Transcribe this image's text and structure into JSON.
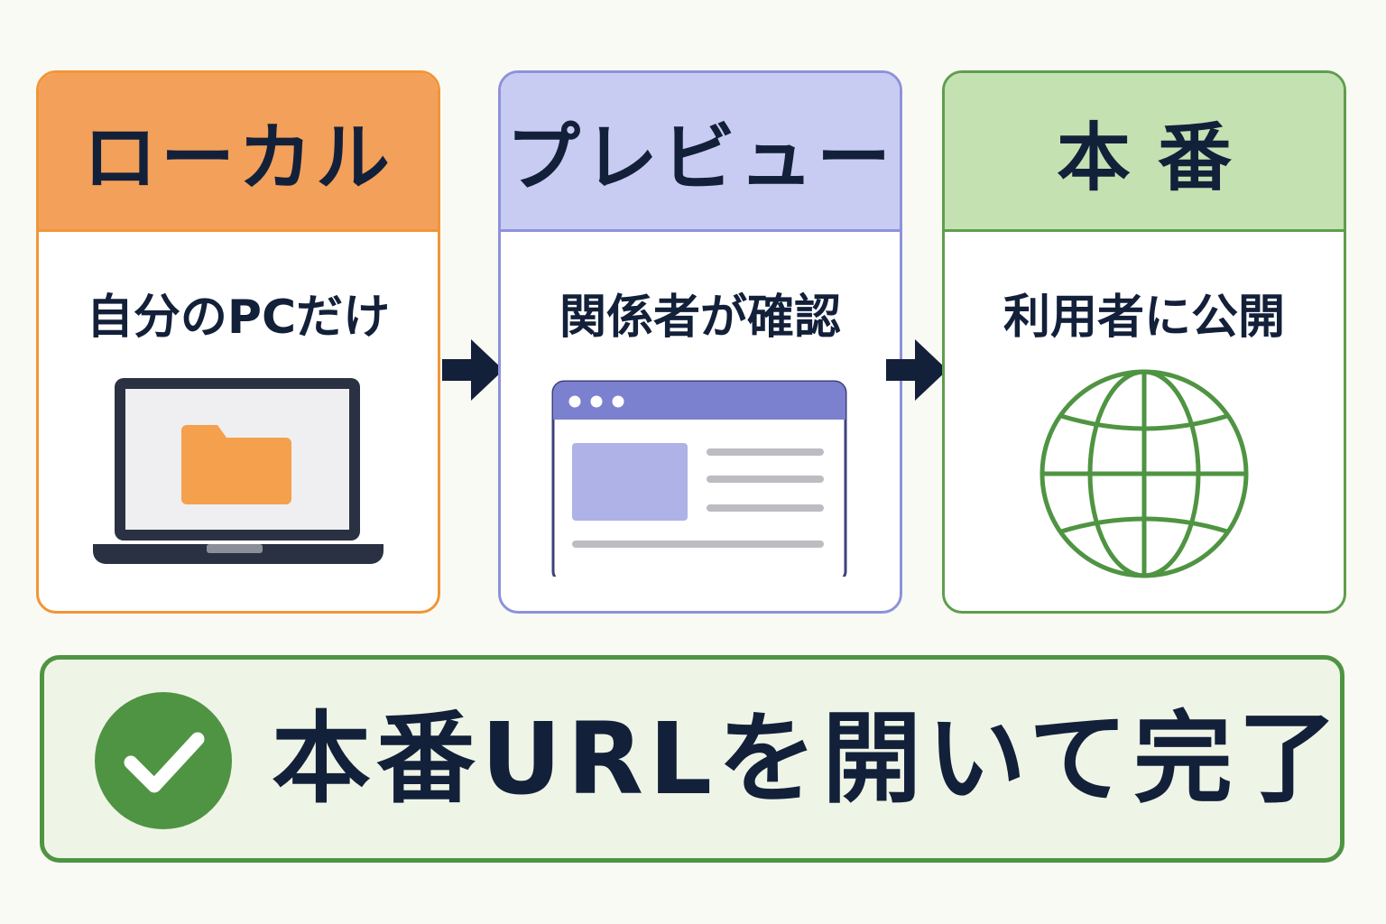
{
  "colors": {
    "local_accent": "#f3a05a",
    "local_border": "#f19538",
    "preview_accent": "#c9ccf2",
    "preview_border": "#8d92dc",
    "production_accent": "#c4e2b1",
    "production_border": "#5e9e4d",
    "text": "#13203a",
    "summary_bg": "#eff5e6",
    "check_green": "#4f9442"
  },
  "stages": [
    {
      "title": "ローカル",
      "subtitle": "自分のPCだけ",
      "icon": "laptop-folder-icon"
    },
    {
      "title": "プレビュー",
      "subtitle": "関係者が確認",
      "icon": "browser-window-icon"
    },
    {
      "title": "本番",
      "subtitle": "利用者に公開",
      "icon": "globe-icon"
    }
  ],
  "arrows": [
    "arrow-right-icon",
    "arrow-right-icon"
  ],
  "summary": {
    "icon": "check-circle-icon",
    "text": "本番URLを開いて完了"
  }
}
